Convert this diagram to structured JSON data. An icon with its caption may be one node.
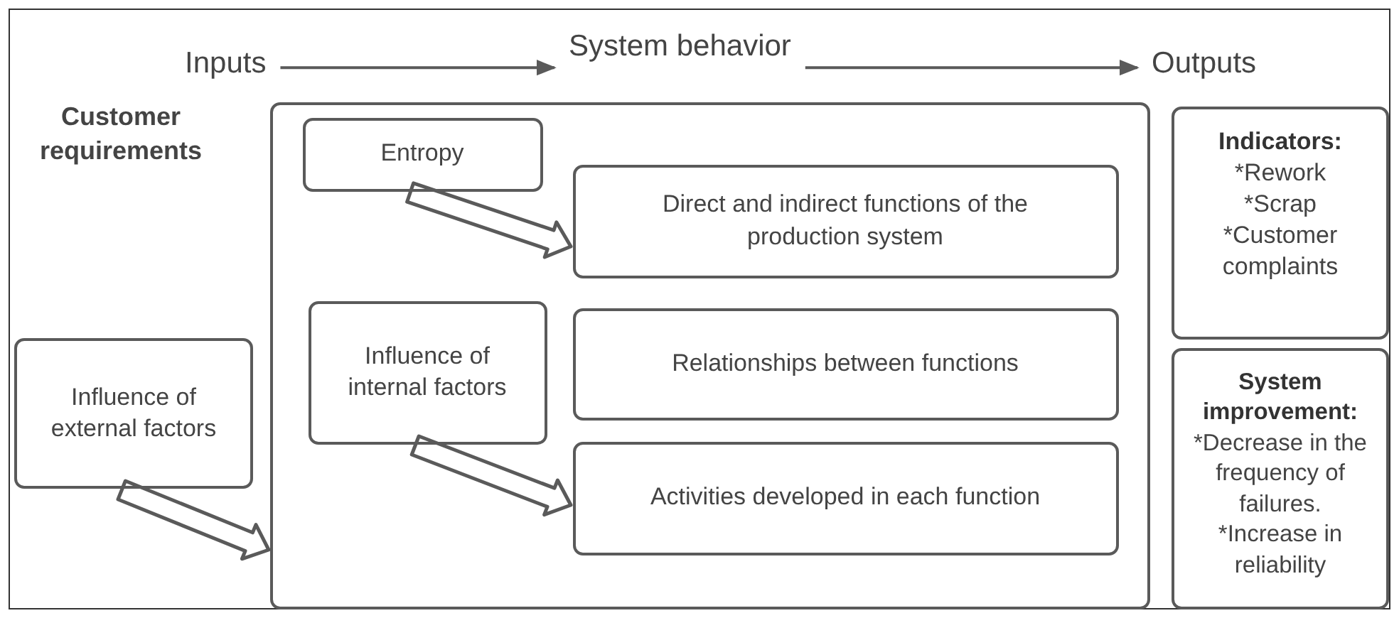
{
  "diagram": {
    "nodes": [
      {
        "text": [
          "Inputs"
        ]
      },
      {
        "text": [
          "System behavior"
        ]
      },
      {
        "text": [
          "Outputs"
        ]
      },
      {
        "text": [
          "Influence of external factors"
        ]
      },
      {
        "text": [],
        "shape": "box"
      },
      {
        "text": [
          "Entropy"
        ],
        "in": 4
      },
      {
        "text": [
          "Direct and indirect functions of the production system"
        ],
        "in": 4
      },
      {
        "text": [
          "Influence of internal factors"
        ],
        "in": 4
      },
      {
        "text": [
          "Relationships between functions"
        ],
        "in": 4
      },
      {
        "text": [
          "Activities developed in each function"
        ],
        "in": 4
      },
      {
        "text": [
          "Indicators:",
          "*Rework",
          "*Scrap",
          "*Customer complaints"
        ]
      },
      {
        "text": [
          "System improvement:",
          "*Decrease in the frequency of failures.",
          "*Increase in reliability"
        ]
      }
    ],
    "edges": [
      {
        "from": 0,
        "to": 1,
        "arrow": "to"
      },
      {
        "from": 1,
        "to": 2,
        "arrow": "to"
      },
      {
        "from": 3,
        "to": 4,
        "arrow": "to",
        "style": "thick"
      },
      {
        "from": 5,
        "to": 6,
        "arrow": "to",
        "style": "thick"
      },
      {
        "from": 7,
        "to": 9,
        "arrow": "to",
        "style": "thick"
      }
    ],
    "labels": [
      "Customer requirements"
    ]
  }
}
